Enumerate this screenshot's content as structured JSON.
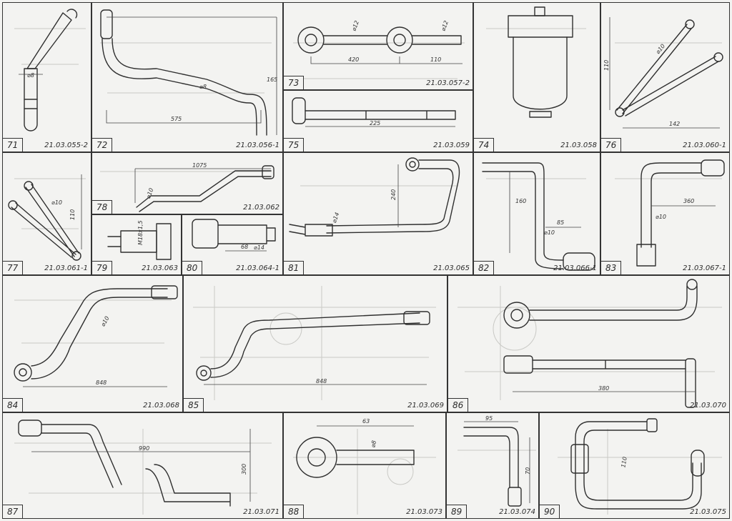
{
  "cells": [
    {
      "id": "c71",
      "num": "71",
      "code": "21.03.055-2",
      "dims": [
        "⌀8"
      ]
    },
    {
      "id": "c72",
      "num": "72",
      "code": "21.03.056-1",
      "dims": [
        "575",
        "⌀8",
        "165"
      ]
    },
    {
      "id": "c73",
      "num": "73",
      "code": "21.03.057-2",
      "dims": [
        "⌀12",
        "⌀12",
        "420",
        "110"
      ]
    },
    {
      "id": "c75",
      "num": "75",
      "code": "21.03.059",
      "dims": [
        "225"
      ]
    },
    {
      "id": "c74",
      "num": "74",
      "code": "21.03.058",
      "dims": []
    },
    {
      "id": "c76",
      "num": "76",
      "code": "21.03.060-1",
      "dims": [
        "⌀10",
        "110",
        "142"
      ]
    },
    {
      "id": "c77",
      "num": "77",
      "code": "21.03.061-1",
      "dims": [
        "⌀10",
        "110"
      ]
    },
    {
      "id": "c78",
      "num": "78",
      "code": "21.03.062",
      "dims": [
        "1075",
        "⌀10"
      ]
    },
    {
      "id": "c79",
      "num": "79",
      "code": "21.03.063",
      "dims": [
        "M18x1,5"
      ]
    },
    {
      "id": "c80",
      "num": "80",
      "code": "21.03.064-1",
      "dims": [
        "68",
        "⌀14"
      ]
    },
    {
      "id": "c81",
      "num": "81",
      "code": "21.03.065",
      "dims": [
        "⌀14",
        "240"
      ]
    },
    {
      "id": "c82",
      "num": "82",
      "code": "21.03.066-1",
      "dims": [
        "160",
        "85",
        "⌀10"
      ]
    },
    {
      "id": "c83",
      "num": "83",
      "code": "21.03.067-1",
      "dims": [
        "360",
        "⌀10"
      ]
    },
    {
      "id": "c84",
      "num": "84",
      "code": "21.03.068",
      "dims": [
        "⌀10",
        "848"
      ]
    },
    {
      "id": "c85",
      "num": "85",
      "code": "21.03.069",
      "dims": [
        "848"
      ]
    },
    {
      "id": "c86",
      "num": "86",
      "code": "21.03.070",
      "dims": [
        "380"
      ]
    },
    {
      "id": "c87",
      "num": "87",
      "code": "21.03.071",
      "dims": [
        "990",
        "300"
      ]
    },
    {
      "id": "c88",
      "num": "88",
      "code": "21.03.073",
      "dims": [
        "63",
        "⌀8"
      ]
    },
    {
      "id": "c89",
      "num": "89",
      "code": "21.03.074",
      "dims": [
        "95",
        "70"
      ]
    },
    {
      "id": "c90",
      "num": "90",
      "code": "21.03.075",
      "dims": [
        "110"
      ]
    }
  ]
}
